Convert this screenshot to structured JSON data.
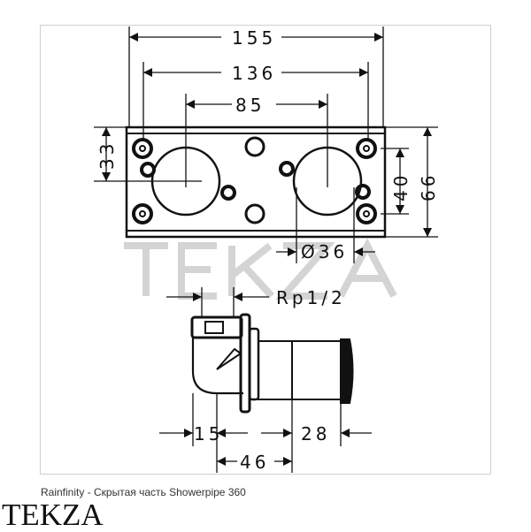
{
  "drawing": {
    "dimensions": {
      "overall_width": "155",
      "mount_width": "136",
      "center_distance": "85",
      "left_height": "33",
      "right_inner_height": "40",
      "right_outer_height": "66",
      "hole_diameter": "Ø36",
      "thread": "Rp1/2",
      "depth_a": "15",
      "depth_b": "28",
      "depth_c": "46"
    },
    "watermark": "TEKZA"
  },
  "caption": "Rainfinity - Скрытая часть Showerpipe 360",
  "logo": "TEKZA"
}
